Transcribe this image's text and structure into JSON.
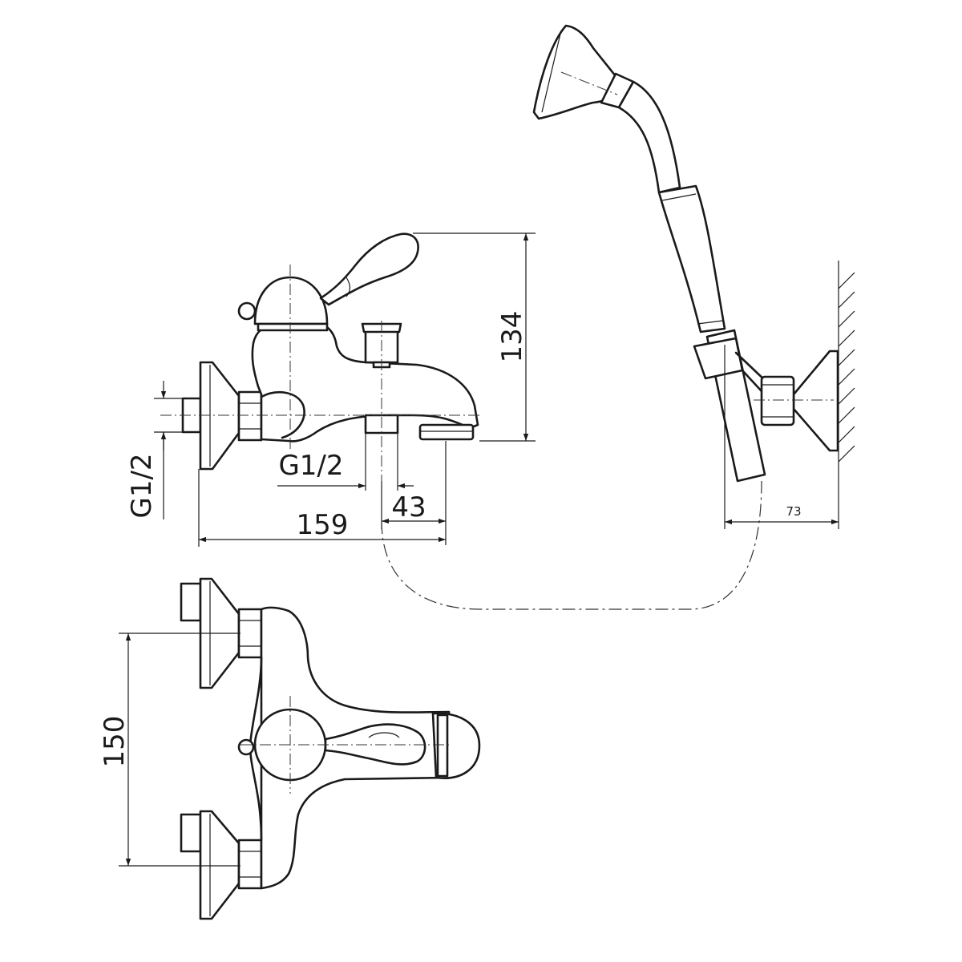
{
  "dimensions": {
    "height_134": "134",
    "width_159": "159",
    "spout_43": "43",
    "thread_side": "G1/2",
    "thread_spout": "G1/2",
    "centers_150": "150",
    "holder_73": "73"
  }
}
